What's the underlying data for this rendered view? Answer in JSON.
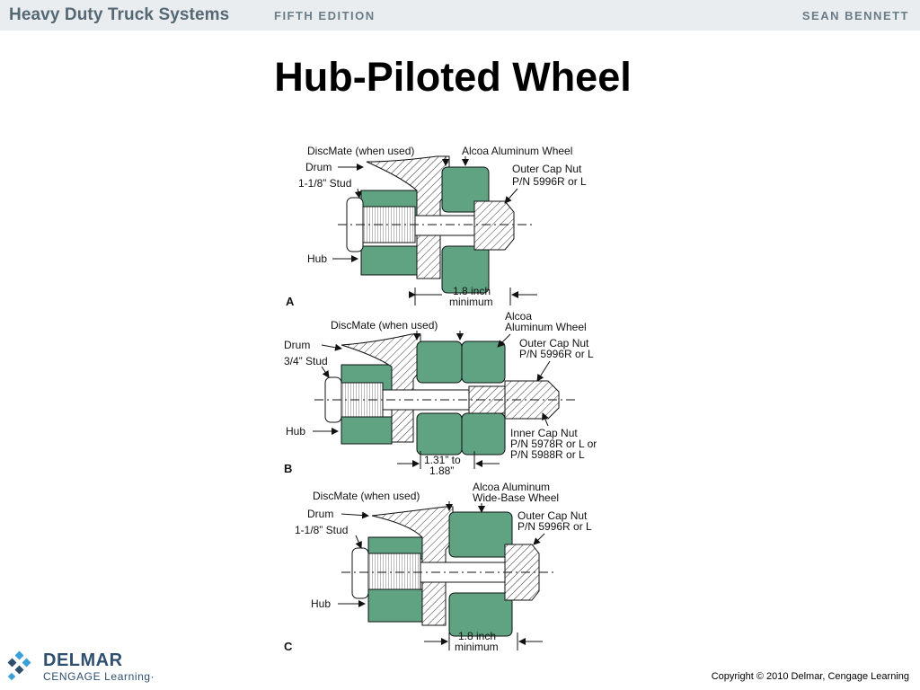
{
  "header": {
    "book_title": "Heavy Duty Truck Systems",
    "edition": "FIFTH EDITION",
    "author": "SEAN BENNETT"
  },
  "slide": {
    "title": "Hub-Piloted Wheel"
  },
  "colors": {
    "wheel_fill": "#5fa383",
    "header_bg": "#e9edf0",
    "logo_blue": "#2f4f6f"
  },
  "figure": {
    "panel_a": {
      "letter": "A",
      "discmate": "DiscMate (when used)",
      "wheel": "Alcoa Aluminum Wheel",
      "drum": "Drum",
      "stud": "1-1/8” Stud",
      "outer_nut_1": "Outer Cap Nut",
      "outer_nut_2": "P/N 5996R or L",
      "hub": "Hub",
      "dim_1": "1.8 inch",
      "dim_2": "minimum"
    },
    "panel_b": {
      "letter": "B",
      "discmate": "DiscMate (when used)",
      "wheel_1": "Alcoa",
      "wheel_2": "Aluminum Wheel",
      "drum": "Drum",
      "stud": "3/4” Stud",
      "outer_nut_1": "Outer Cap Nut",
      "outer_nut_2": "P/N 5996R or L",
      "hub": "Hub",
      "inner_nut_1": "Inner Cap Nut",
      "inner_nut_2": "P/N 5978R or L or",
      "inner_nut_3": "P/N 5988R or L",
      "dim_1": "1.31” to",
      "dim_2": "1.88”"
    },
    "panel_c": {
      "letter": "C",
      "discmate": "DiscMate (when used)",
      "wheel_1": "Alcoa Aluminum",
      "wheel_2": "Wide-Base Wheel",
      "drum": "Drum",
      "stud": "1-1/8” Stud",
      "outer_nut_1": "Outer Cap Nut",
      "outer_nut_2": "P/N 5996R or L",
      "hub": "Hub",
      "dim_1": "1.8 inch",
      "dim_2": "minimum"
    }
  },
  "footer": {
    "logo_name": "DELMAR",
    "logo_sub": "CENGAGE Learning",
    "logo_sub_mark": "·",
    "copyright": "Copyright © 2010 Delmar, Cengage Learning"
  }
}
